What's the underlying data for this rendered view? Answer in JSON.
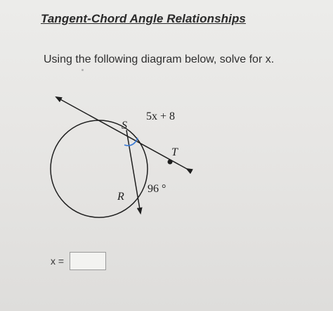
{
  "header": {
    "title": "Tangent-Chord Angle Relationships"
  },
  "question": {
    "instruction": "Using the following diagram below, solve for x."
  },
  "diagram": {
    "point_s": "S",
    "point_t": "T",
    "point_r": "R",
    "angle_expression": "5x + 8",
    "arc_measure": "96 °"
  },
  "answer": {
    "label": "x =",
    "value": "",
    "placeholder": ""
  },
  "colors": {
    "background": "#e8e7e5",
    "line": "#1f1f1f",
    "angle_marker": "#3a7bd5"
  }
}
